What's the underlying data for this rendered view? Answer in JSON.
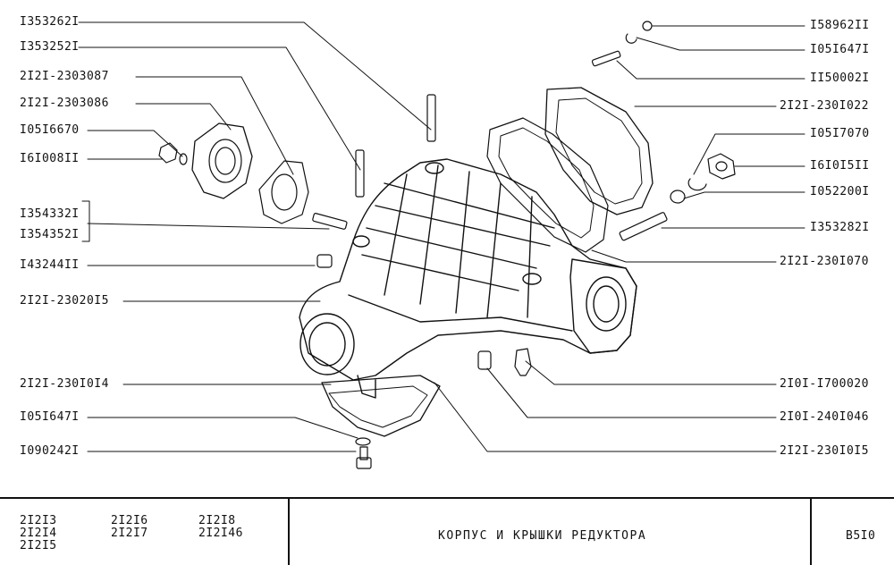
{
  "labels_left": [
    {
      "id": "l1",
      "text": "I353262I"
    },
    {
      "id": "l2",
      "text": "I353252I"
    },
    {
      "id": "l3",
      "text": "2I2I-2303087"
    },
    {
      "id": "l4",
      "text": "2I2I-2303086"
    },
    {
      "id": "l5",
      "text": "I05I6670"
    },
    {
      "id": "l6",
      "text": "I6I008II"
    },
    {
      "id": "l7",
      "text": "I354332I"
    },
    {
      "id": "l8",
      "text": "I354352I"
    },
    {
      "id": "l9",
      "text": "I43244II"
    },
    {
      "id": "l10",
      "text": "2I2I-23020I5"
    },
    {
      "id": "l11",
      "text": "2I2I-230I0I4"
    },
    {
      "id": "l12",
      "text": "I05I647I"
    },
    {
      "id": "l13",
      "text": "I090242I"
    }
  ],
  "labels_right": [
    {
      "id": "r1",
      "text": "I58962II"
    },
    {
      "id": "r2",
      "text": "I05I647I"
    },
    {
      "id": "r3",
      "text": "II50002I"
    },
    {
      "id": "r4",
      "text": "2I2I-230I022"
    },
    {
      "id": "r5",
      "text": "I05I7070"
    },
    {
      "id": "r6",
      "text": "I6I0I5II"
    },
    {
      "id": "r7",
      "text": "I052200I"
    },
    {
      "id": "r8",
      "text": "I353282I"
    },
    {
      "id": "r9",
      "text": "2I2I-230I070"
    },
    {
      "id": "r10",
      "text": "2I0I-I700020"
    },
    {
      "id": "r11",
      "text": "2I0I-240I046"
    },
    {
      "id": "r12",
      "text": "2I2I-230I0I5"
    }
  ],
  "title_block": {
    "models_col1": [
      "2I2I3",
      "2I2I4",
      "2I2I5"
    ],
    "models_col2": [
      "2I2I6",
      "2I2I7"
    ],
    "models_col3": [
      "2I2I8",
      "2I2I46"
    ],
    "title": "КОРПУС  И  КРЫШКИ  РЕДУКТОРА",
    "code": "B5I0"
  }
}
